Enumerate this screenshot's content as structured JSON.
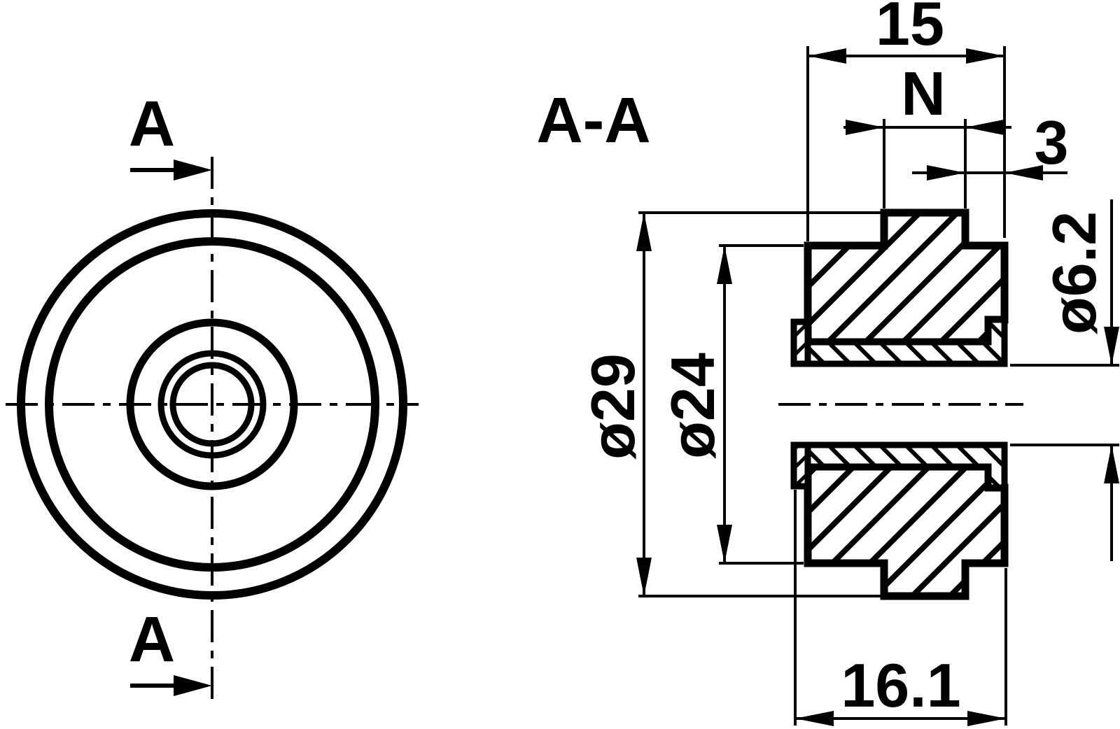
{
  "page": {
    "background": "#ffffff",
    "line_color": "#000000",
    "type": "technical-drawing"
  },
  "front_view": {
    "cut_label_top": "A",
    "cut_label_bottom": "A",
    "circles": [
      "outer ø29",
      "shoulder ø24",
      "flange",
      "bore chamfer",
      "bore ø6.2"
    ]
  },
  "section_view": {
    "title": "A-A",
    "dimensions": {
      "body_width": "15",
      "tooth_width": "N",
      "tooth_to_face": "3",
      "outer_diameter": "ø29",
      "shoulder_diameter": "ø24",
      "bore_diameter": "ø6.2",
      "overall_length": "16.1"
    }
  }
}
